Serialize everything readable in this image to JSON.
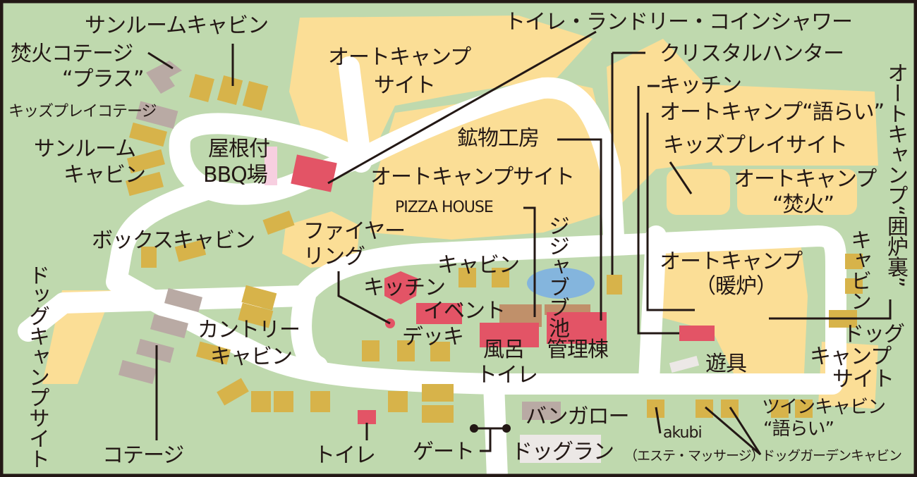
{
  "colors": {
    "ground": "#bfd9ae",
    "road": "#ffffff",
    "camp_site": "#fbde96",
    "cabin": "#d7b34a",
    "cottage": "#b9aaa4",
    "facility": "#e35466",
    "bbq_roof": "#f7cfe0",
    "pond": "#84b5dd",
    "building": "#c0906a",
    "dog_run": "#ece8e6",
    "border": "#231815"
  },
  "labels": {
    "sunroom_cabin_top": "サンルームキャビン",
    "takibi_cottage": "焚火コテージ",
    "plus": "“プラス”",
    "kids_play_cottage": "キッズプレイコテージ",
    "sunroom_cabin_left_1": "サンルーム",
    "sunroom_cabin_left_2": "キャビン",
    "bbq_1": "屋根付",
    "bbq_2": "BBQ場",
    "box_cabin": "ボックスキャビン",
    "dog_campsite_left": "ドッグキャンプサイト",
    "country_cabin_1": "カントリー",
    "country_cabin_2": "キャビン",
    "cottage": "コテージ",
    "toilet": "トイレ",
    "gate": "ゲート",
    "auto_camp_top_1": "オートキャンプ",
    "auto_camp_top_2": "サイト",
    "toilet_laundry": "トイレ・ランドリー・コインシャワー",
    "mineral_studio": "鉱物工房",
    "auto_camp_site": "オートキャンプサイト",
    "pizza_house": "PIZZA HOUSE",
    "fire_ring_1": "ファイヤー",
    "fire_ring_2": "リング",
    "kitchen_center": "キッチン",
    "cabin_center": "キャビン",
    "event_deck_1": "イベント",
    "event_deck_2": "デッキ",
    "jijabubu_pond": "ジジャブブ池",
    "bath_toilet_1": "風呂",
    "bath_toilet_2": "トイレ",
    "admin_building": "管理棟",
    "bungalow": "バンガロー",
    "dog_run": "ドッグラン",
    "crystal_hunter": "クリスタルハンター",
    "kitchen_right": "キッチン",
    "auto_camp_katarai": "オートキャンプ“語らい”",
    "kids_play_site": "キッズプレイサイト",
    "auto_camp_takibi_1": "オートキャンプ",
    "auto_camp_takibi_2": "“焚火”",
    "auto_camp_danro_1": "オートキャンプ",
    "auto_camp_danro_2": "（暖炉）",
    "playground": "遊具",
    "auto_camp_irori": "オートキャンプ“囲炉裏”",
    "cabin_right": "キャビン",
    "dog_campsite_right_1": "ドッグ",
    "dog_campsite_right_2": "キャンプ",
    "dog_campsite_right_3": "サイト",
    "twin_cabin_1": "ツインキャビン",
    "twin_cabin_2": "“語らい”",
    "akubi_1": "akubi",
    "akubi_2": "（エステ・マッサージ）",
    "dog_garden_cabin": "ドッグガーデンキャビン"
  }
}
